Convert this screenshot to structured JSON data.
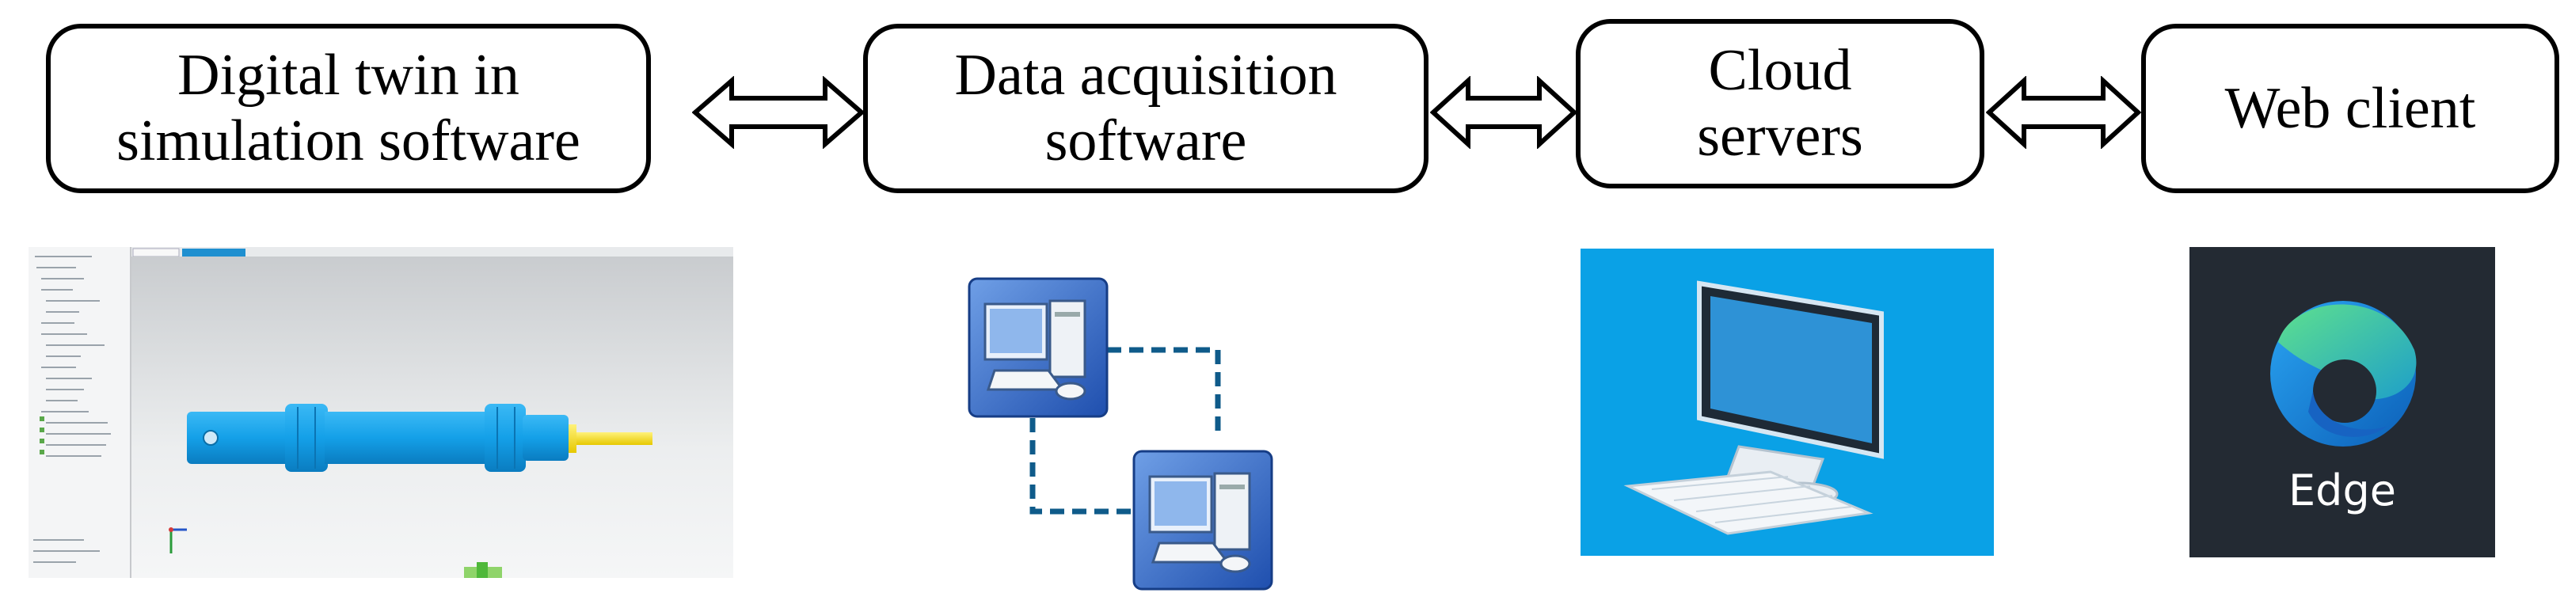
{
  "nodes": [
    {
      "id": "digital-twin",
      "lines": [
        "Digital twin in",
        "simulation software"
      ]
    },
    {
      "id": "data-acquisition",
      "lines": [
        "Data acquisition",
        "software"
      ]
    },
    {
      "id": "cloud-servers",
      "lines": [
        "Cloud",
        "servers"
      ]
    },
    {
      "id": "web-client",
      "lines": [
        "Web client"
      ]
    }
  ],
  "edges": [
    {
      "from": "digital-twin",
      "to": "data-acquisition",
      "style": "bidirectional hollow arrow"
    },
    {
      "from": "data-acquisition",
      "to": "cloud-servers",
      "style": "bidirectional hollow arrow"
    },
    {
      "from": "cloud-servers",
      "to": "web-client",
      "style": "bidirectional hollow arrow"
    }
  ],
  "images": {
    "simulation": {
      "icon": "simulation-software-screenshot-icon"
    },
    "network": {
      "icon": "networked-computers-icon"
    },
    "cloud": {
      "icon": "desktop-computer-icon",
      "background": "#0aa1e6"
    },
    "edge": {
      "icon": "edge-browser-icon",
      "label": "Edge",
      "background": "#232a33"
    }
  },
  "colors": {
    "stroke": "#000000",
    "edge_blue": "#1a7fd4",
    "edge_green": "#3ccf6e",
    "cylinder": "#1aa3e8"
  }
}
